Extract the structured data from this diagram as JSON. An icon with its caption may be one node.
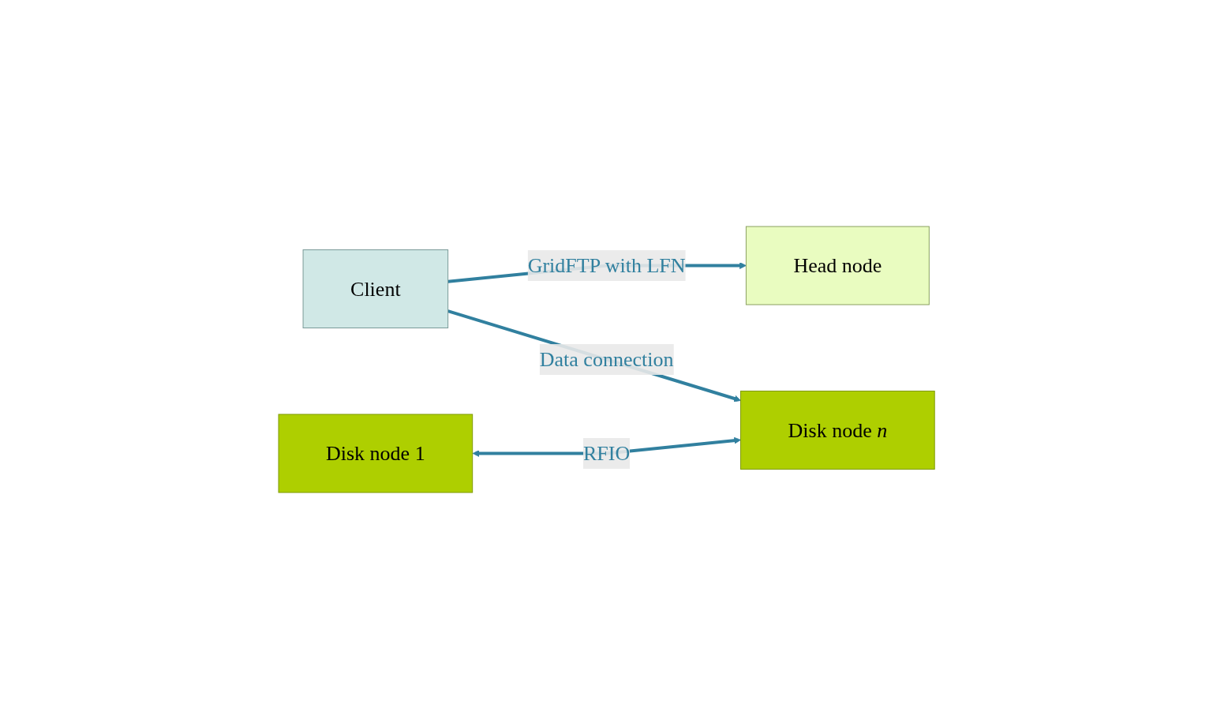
{
  "diagram": {
    "nodes": [
      {
        "text": [
          "Client"
        ]
      },
      {
        "text": [
          "Head node"
        ]
      },
      {
        "text": [
          "Disk node 1"
        ]
      },
      {
        "text": [
          "Disk node *n*"
        ]
      }
    ],
    "edges": [
      {
        "from": 0,
        "to": 1,
        "arrow": "to",
        "label": "GridFTP with LFN"
      },
      {
        "from": 0,
        "to": 3,
        "arrow": "to",
        "label": "Data connection"
      },
      {
        "from": 2,
        "to": 3,
        "arrow": "both",
        "label": "RFIO"
      }
    ]
  }
}
